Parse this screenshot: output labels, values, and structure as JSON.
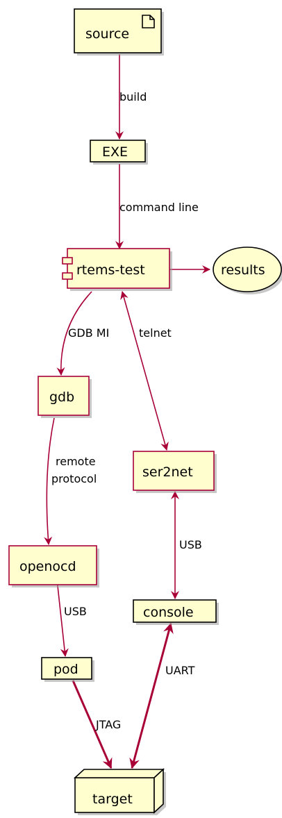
{
  "colors": {
    "node_fill": "#FEFECE",
    "node_border_red": "#A80036",
    "node_border_black": "#000000",
    "edge": "#A80036",
    "background": "#FFFFFF"
  },
  "nodes": {
    "source": {
      "label": "source",
      "shape": "artifact",
      "icon": "document-icon"
    },
    "exe": {
      "label": "EXE",
      "shape": "card"
    },
    "rtems_test": {
      "label": "rtems-test",
      "shape": "component",
      "icon": "component-icon"
    },
    "results": {
      "label": "results",
      "shape": "storage-oval"
    },
    "gdb": {
      "label": "gdb",
      "shape": "rectangle"
    },
    "ser2net": {
      "label": "ser2net",
      "shape": "rectangle"
    },
    "openocd": {
      "label": "openocd",
      "shape": "rectangle"
    },
    "console": {
      "label": "console",
      "shape": "card"
    },
    "pod": {
      "label": "pod",
      "shape": "card"
    },
    "target": {
      "label": "target",
      "shape": "node-3d"
    }
  },
  "edges": {
    "build": {
      "label": "build",
      "from": "source",
      "to": "EXE"
    },
    "command_line": {
      "label": "command line",
      "from": "EXE",
      "to": "rtems-test"
    },
    "results": {
      "label": "",
      "from": "rtems-test",
      "to": "results"
    },
    "gdb_mi": {
      "label": "GDB MI",
      "from": "rtems-test",
      "to": "gdb"
    },
    "telnet": {
      "label": "telnet",
      "from": "rtems-test",
      "to": "ser2net",
      "bidirectional": true
    },
    "remote_protocol": {
      "label_line1": "remote",
      "label_line2": "protocol",
      "from": "gdb",
      "to": "openocd"
    },
    "usb_serial": {
      "label": "USB",
      "from": "ser2net",
      "to": "console",
      "bidirectional": true
    },
    "usb_jtag": {
      "label": "USB",
      "from": "openocd",
      "to": "pod"
    },
    "uart": {
      "label": "UART",
      "from": "console",
      "to": "target",
      "bidirectional": true,
      "bold": true
    },
    "jtag": {
      "label": "JTAG",
      "from": "pod",
      "to": "target",
      "bold": true
    }
  }
}
